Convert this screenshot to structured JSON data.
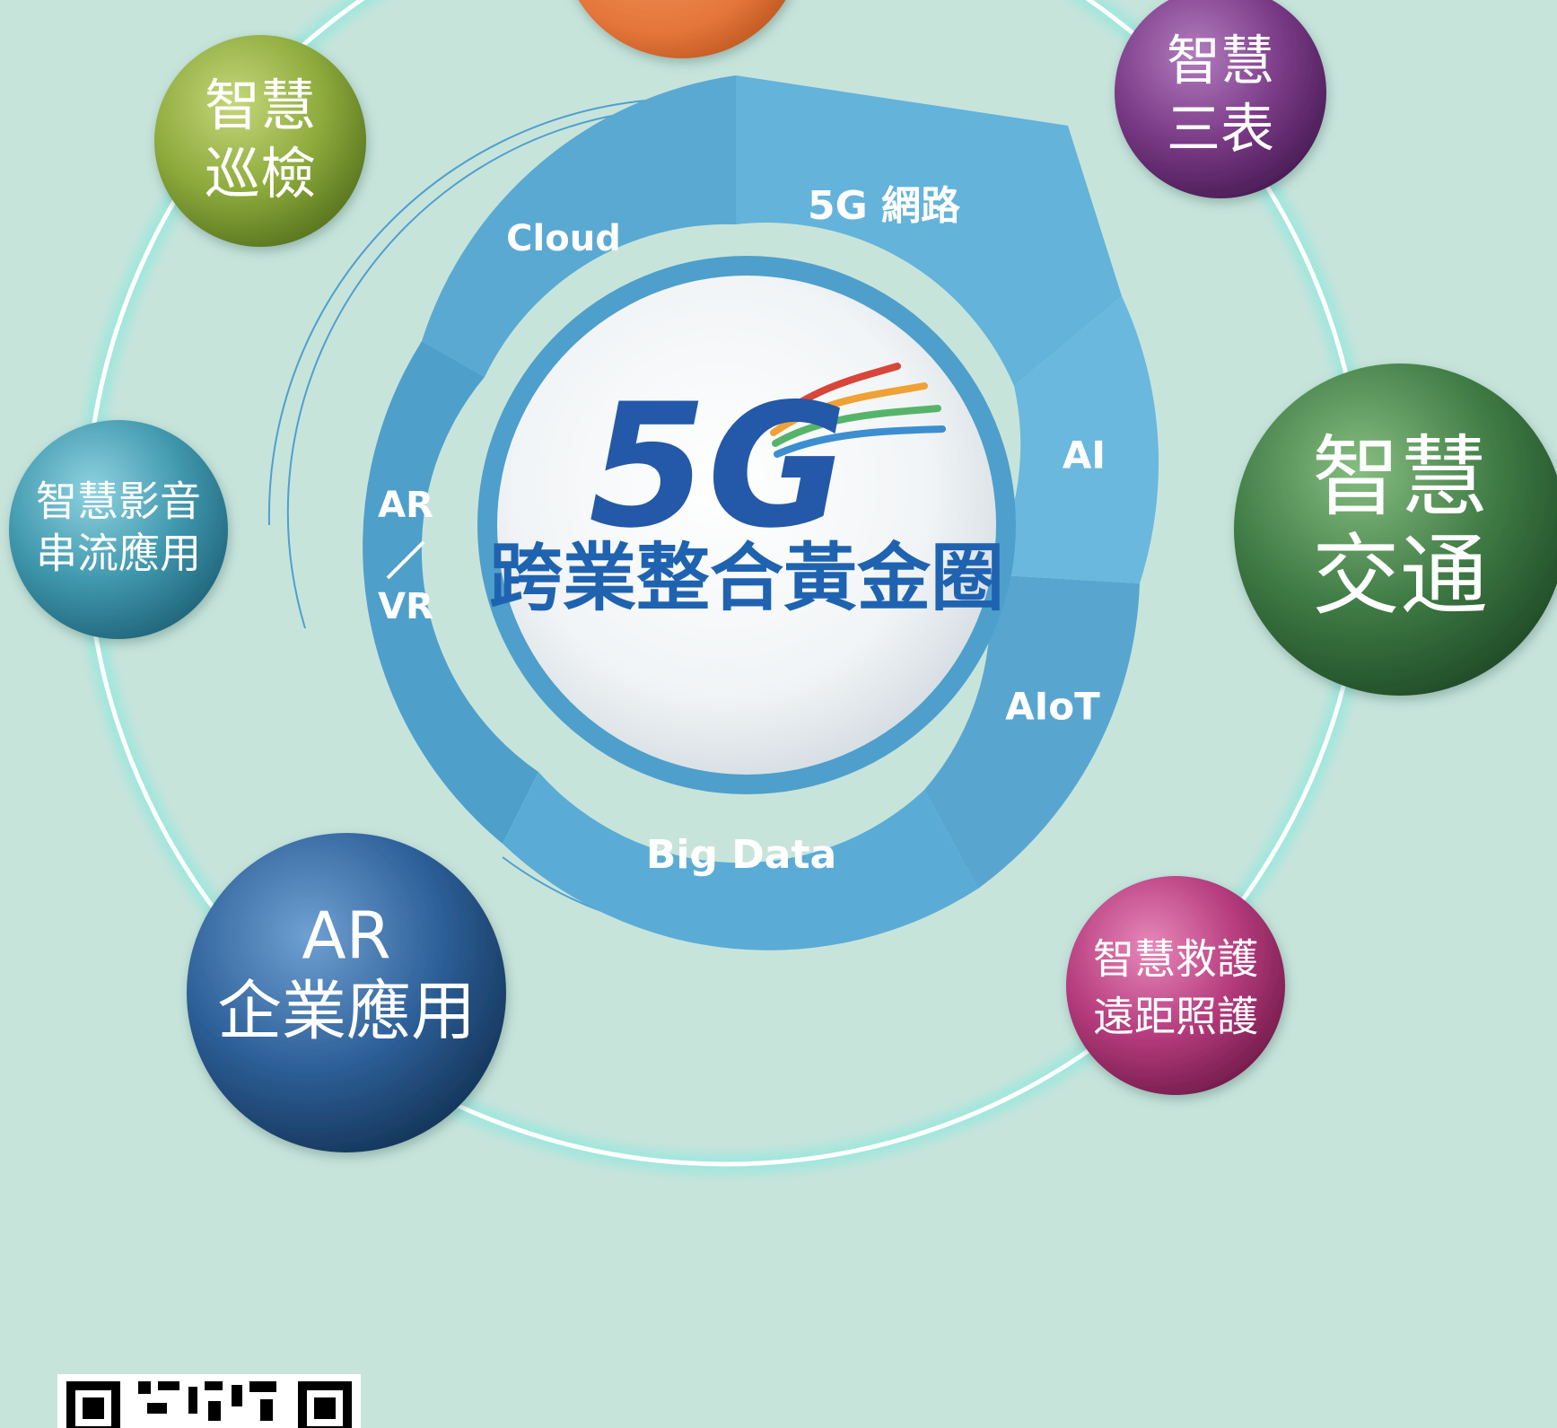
{
  "center": {
    "logo_text": "5G",
    "title": "跨業整合黃金圈"
  },
  "ring_segments": [
    {
      "id": "5g-network",
      "label": "5G 網路"
    },
    {
      "id": "cloud",
      "label": "Cloud"
    },
    {
      "id": "ai",
      "label": "AI"
    },
    {
      "id": "aiot",
      "label": "AIoT"
    },
    {
      "id": "big-data",
      "label": "Big Data"
    },
    {
      "id": "ar-vr",
      "label_top": "AR",
      "label_bottom": "VR"
    }
  ],
  "bubbles": [
    {
      "id": "smart-patrol",
      "lines": [
        "智慧",
        "巡檢"
      ],
      "color": "#8daa3c"
    },
    {
      "id": "smart-meters",
      "lines": [
        "智慧",
        "三表"
      ],
      "color": "#7a3a86"
    },
    {
      "id": "smart-streaming",
      "lines": [
        "智慧影音",
        "串流應用"
      ],
      "color": "#3f97ad"
    },
    {
      "id": "smart-traffic",
      "lines": [
        "智慧",
        "交通"
      ],
      "color": "#3e7a44"
    },
    {
      "id": "ar-enterprise",
      "lines": [
        "AR",
        "企業應用"
      ],
      "color": "#2d5f98"
    },
    {
      "id": "smart-care",
      "lines": [
        "智慧救護",
        "遠距照護"
      ],
      "color": "#b43a7c"
    },
    {
      "id": "top-orange",
      "lines": [],
      "color": "#e4763a"
    }
  ],
  "colors": {
    "background": "#c7e4db",
    "ring": "#5faed5",
    "ring_dark": "#4e9dc7",
    "glow": "#7fe8e0",
    "center_title": "#1f63b0",
    "logo": "#2359a8"
  }
}
